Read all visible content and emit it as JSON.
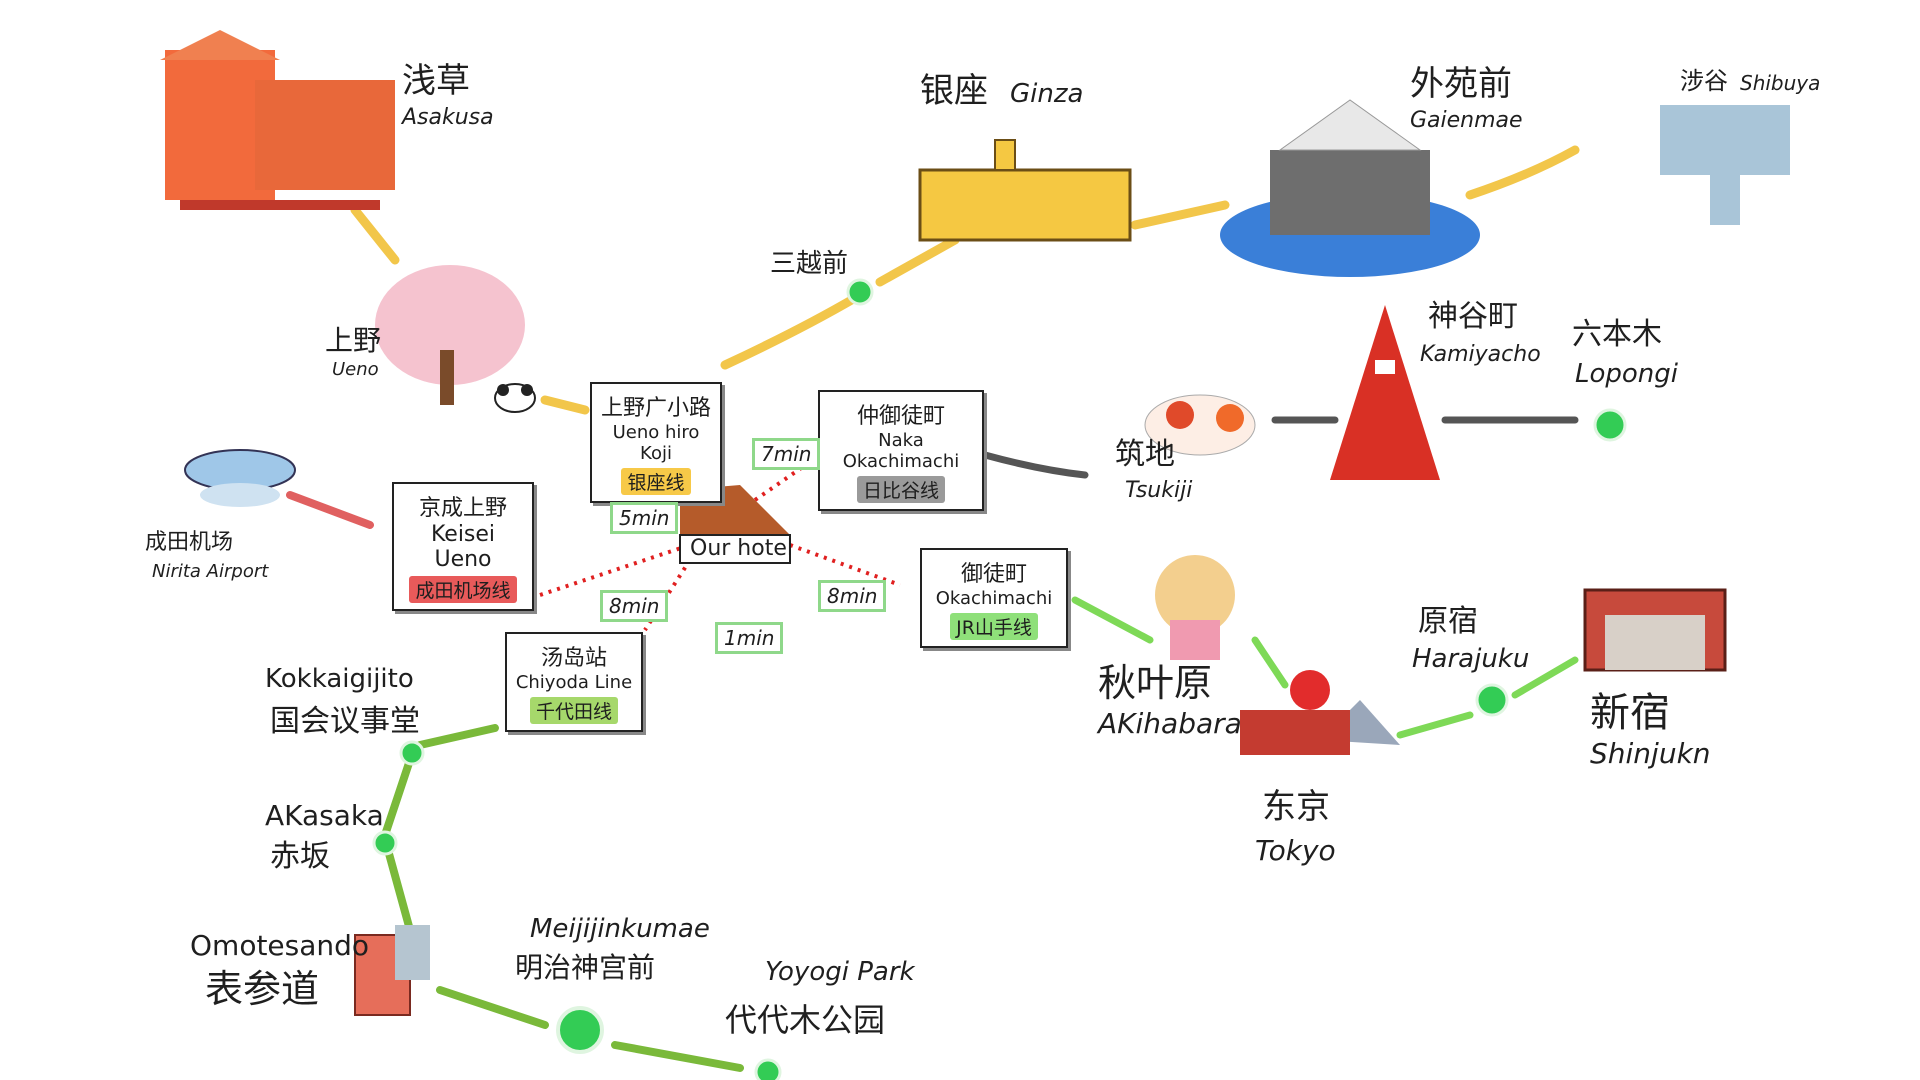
{
  "colors": {
    "ginza_line": "#f2c64a",
    "hibiya_line": "#555555",
    "keisei_line": "#e06060",
    "jr_line": "#7ed957",
    "chiyoda_line": "#7ab93a",
    "walk_dots": "#e02020",
    "station_dot": "#33cc55",
    "tag_ginza": "#f7c948",
    "tag_hibiya": "#9a9a9a",
    "tag_keisei": "#e85a5a",
    "tag_jr": "#8fe07a",
    "tag_chiyoda": "#a6d86b"
  },
  "places": {
    "asakusa": {
      "zh": "浅草",
      "en": "Asakusa"
    },
    "ueno": {
      "zh": "上野",
      "en": "Ueno"
    },
    "mitsukoshimae": {
      "zh": "三越前"
    },
    "ginza": {
      "zh": "银座",
      "en": "Ginza"
    },
    "gaienmae": {
      "zh": "外苑前",
      "en": "Gaienmae"
    },
    "shibuya": {
      "zh": "涉谷",
      "en": "Shibuya"
    },
    "kamiyacho": {
      "zh": "神谷町",
      "en": "Kamiyacho"
    },
    "roppongi": {
      "zh": "六本木",
      "en": "Lopongi"
    },
    "tsukiji": {
      "zh": "筑地",
      "en": "Tsukiji"
    },
    "narita": {
      "zh": "成田机场",
      "en": "Nirita Airport"
    },
    "akihabara": {
      "zh": "秋叶原",
      "en": "AKihabara"
    },
    "tokyo": {
      "zh": "东京",
      "en": "Tokyo"
    },
    "harajuku": {
      "zh": "原宿",
      "en": "Harajuku"
    },
    "shinjuku": {
      "zh": "新宿",
      "en": "Shinjukn"
    },
    "kokkaigijido": {
      "zh": "国会议事堂",
      "en": "Kokkaigijito"
    },
    "akasaka": {
      "zh": "赤坂",
      "en": "AKasaka"
    },
    "omotesando": {
      "zh": "表参道",
      "en": "Omotesando"
    },
    "meijijingumae": {
      "zh": "明治神宫前",
      "en": "Meijijinkumae"
    },
    "yoyogi": {
      "zh": "代代木公园",
      "en": "Yoyogi Park"
    }
  },
  "stations": {
    "uenohirokoji": {
      "zh": "上野广小路",
      "en": "Ueno hiro Koji",
      "line": "银座线"
    },
    "nakaokachimachi": {
      "zh": "仲御徒町",
      "en": "Naka Okachimachi",
      "line": "日比谷线"
    },
    "keiseiueno": {
      "zh": "京成上野",
      "en": "Keisei Ueno",
      "line": "成田机场线"
    },
    "okachimachi": {
      "zh": "御徒町",
      "en": "Okachimachi",
      "line": "JR山手线"
    },
    "yushima": {
      "zh": "汤岛站",
      "en": "Chiyoda Line",
      "line": "千代田线"
    }
  },
  "hotel": {
    "label": "Our hotel"
  },
  "times": {
    "t_nakaokachimachi": "7min",
    "t_uenohirokoji": "5min",
    "t_keisei": "8min",
    "t_okachimachi": "8min",
    "t_yushima": "1min"
  }
}
